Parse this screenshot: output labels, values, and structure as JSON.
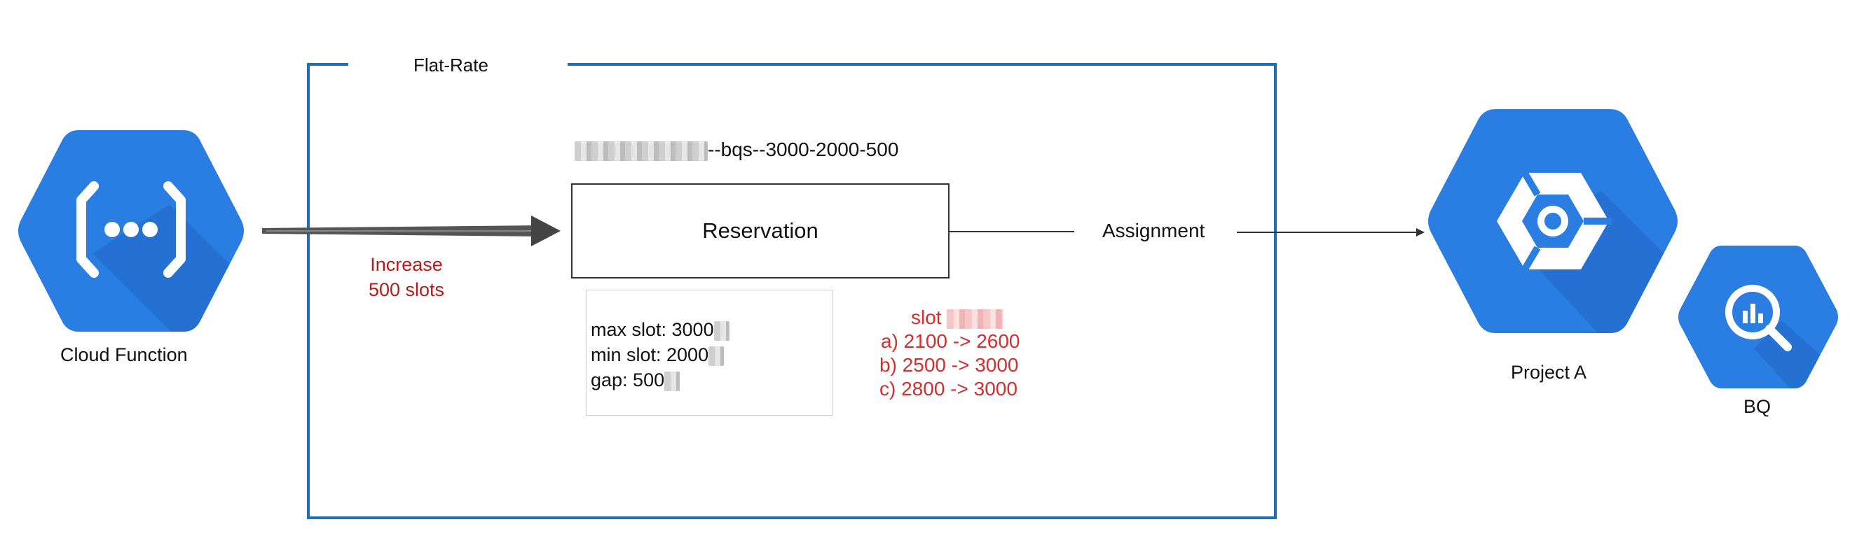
{
  "flat_rate": {
    "title": "Flat-Rate"
  },
  "cloud_function": {
    "label": "Cloud Function"
  },
  "increase": {
    "line1": "Increase",
    "line2": "500 slots"
  },
  "reservation": {
    "name_suffix": "--bqs--3000-2000-500",
    "label": "Reservation"
  },
  "slot_config": {
    "max": "max slot: 3000",
    "min": "min slot: 2000",
    "gap": "gap: 500"
  },
  "assignment": {
    "label": "Assignment"
  },
  "slot_notes": {
    "title": "slot",
    "items": [
      "a) 2100 -> 2600",
      "b) 2500 -> 3000",
      "c) 2800 -> 3000"
    ]
  },
  "project": {
    "label": "Project A"
  },
  "bq": {
    "label": "BQ"
  },
  "colors": {
    "gcp_blue": "#2a7de1",
    "frame_blue": "#1e6fb8",
    "note_red": "#d32f2f"
  }
}
